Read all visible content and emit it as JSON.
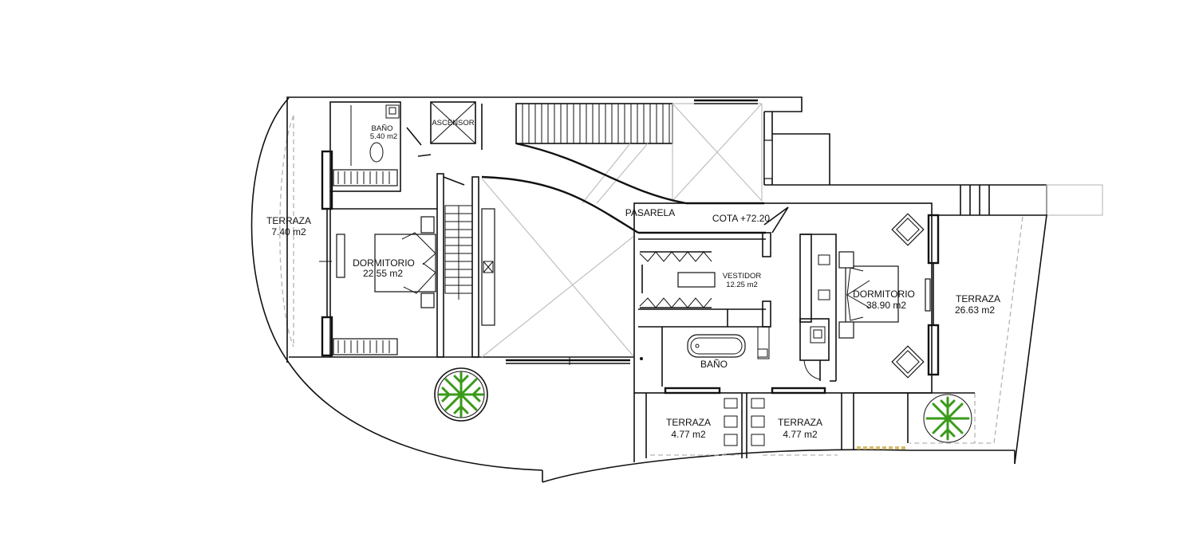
{
  "labels": {
    "bano_small": "BAÑO",
    "bano_small_area": "5.40 m2",
    "ascensor": "ASCENSOR",
    "terraza_left": "TERRAZA",
    "terraza_left_area": "7.40 m2",
    "dormitorio_left": "DORMITORIO",
    "dormitorio_left_area": "22.55 m2",
    "pasarela": "PASARELA",
    "cota": "COTA +72.20",
    "vestidor": "VESTIDOR",
    "vestidor_area": "12.25 m2",
    "dormitorio_right": "DORMITORIO",
    "dormitorio_right_area": "38.90 m2",
    "terraza_right": "TERRAZA",
    "terraza_right_area": "26.63 m2",
    "bano_main": "BAÑO",
    "terraza_bottom_1": "TERRAZA",
    "terraza_bottom_1_area": "4.77 m2",
    "terraza_bottom_2": "TERRAZA",
    "terraza_bottom_2_area": "4.77 m2"
  },
  "colors": {
    "walls": "#111111",
    "hidden_lines": "#b4b4b4",
    "tree": "#3a9a1a",
    "planter": "#d8b96a"
  }
}
